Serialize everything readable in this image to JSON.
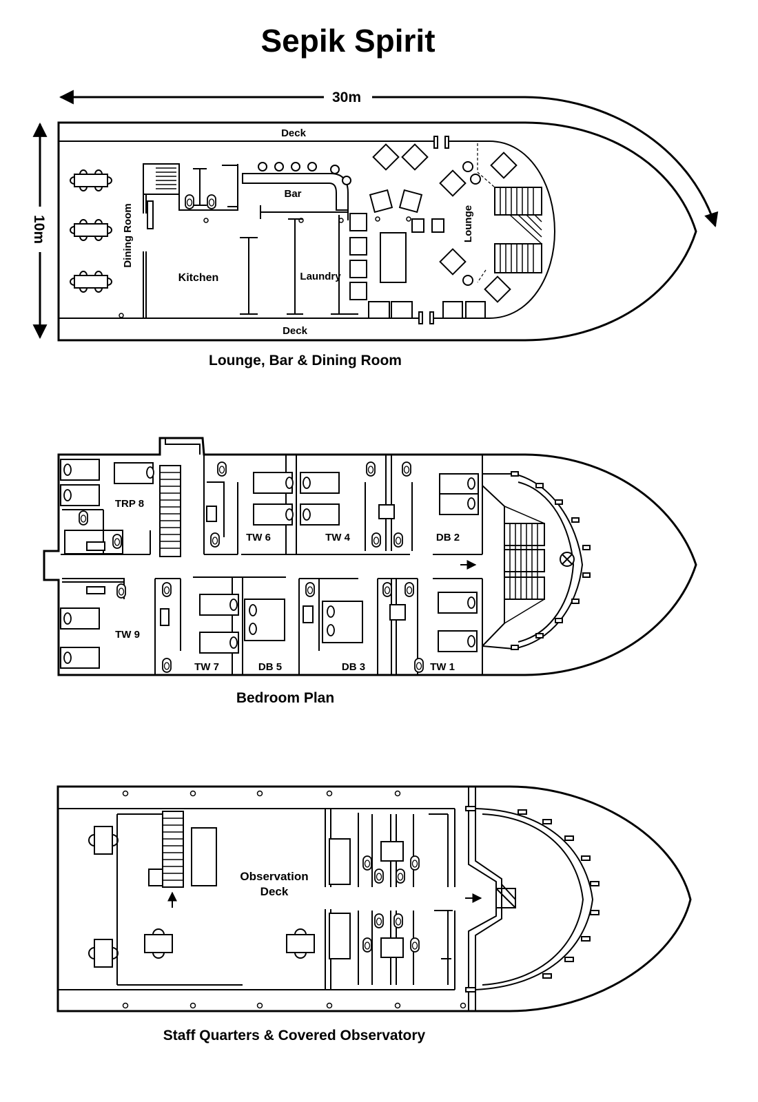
{
  "title": "Sepik Spirit",
  "dimensions": {
    "length": "30m",
    "width": "10m"
  },
  "deck1": {
    "caption": "Lounge, Bar & Dining Room",
    "labels": {
      "deck_top": "Deck",
      "deck_bottom": "Deck",
      "dining": "Dining Room",
      "kitchen": "Kitchen",
      "bar": "Bar",
      "laundry": "Laundry",
      "lounge": "Lounge"
    }
  },
  "deck2": {
    "caption": "Bedroom Plan",
    "cabins": {
      "trp8": "TRP 8",
      "tw6": "TW  6",
      "tw4": "TW 4",
      "db2": "DB 2",
      "tw9": "TW 9",
      "tw7": "TW 7",
      "db5": "DB 5",
      "db3": "DB 3",
      "tw1": "TW 1"
    }
  },
  "deck3": {
    "caption": "Staff Quarters & Covered Observatory",
    "observation_line1": "Observation",
    "observation_line2": "Deck"
  }
}
